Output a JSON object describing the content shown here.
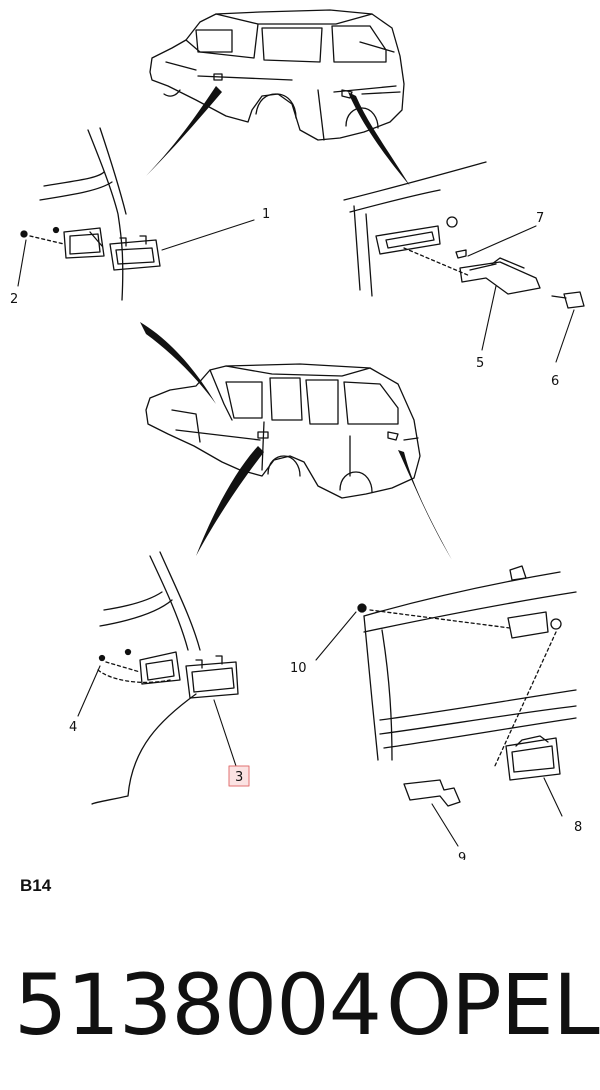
{
  "callouts": [
    {
      "id": "1",
      "text": "1"
    },
    {
      "id": "2",
      "text": "2"
    },
    {
      "id": "3",
      "text": "3",
      "highlighted": true
    },
    {
      "id": "4",
      "text": "4"
    },
    {
      "id": "5",
      "text": "5"
    },
    {
      "id": "6",
      "text": "6"
    },
    {
      "id": "7",
      "text": "7"
    },
    {
      "id": "8",
      "text": "8"
    },
    {
      "id": "9",
      "text": "9"
    },
    {
      "id": "10",
      "text": "10"
    }
  ],
  "section_code": "B14",
  "part_number": "5138004",
  "brand": "OPEL",
  "colors": {
    "line": "#111111",
    "highlight_border": "#e07070",
    "highlight_fill": "#fbe3e3",
    "highlight_text": "#c03030"
  }
}
